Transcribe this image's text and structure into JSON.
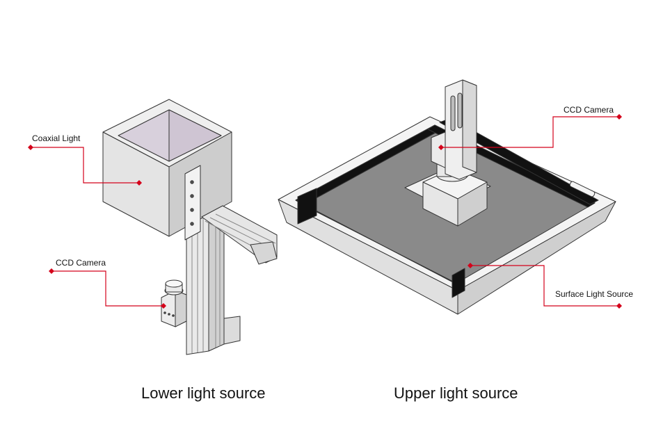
{
  "figures": {
    "lower": {
      "caption": "Lower light source",
      "callouts": {
        "coaxial_light": "Coaxial Light",
        "ccd_camera": "CCD Camera"
      }
    },
    "upper": {
      "caption": "Upper light source",
      "callouts": {
        "ccd_camera": "CCD Camera",
        "surface_light_source": "Surface Light Source"
      }
    }
  },
  "colors": {
    "leader_line": "#d4001a",
    "line_art": "#333333",
    "gray_panel": "#8a8a8a",
    "black_strip": "#111111",
    "box_face": "#e6e6e6",
    "box_inner": "#d8d0dc"
  }
}
